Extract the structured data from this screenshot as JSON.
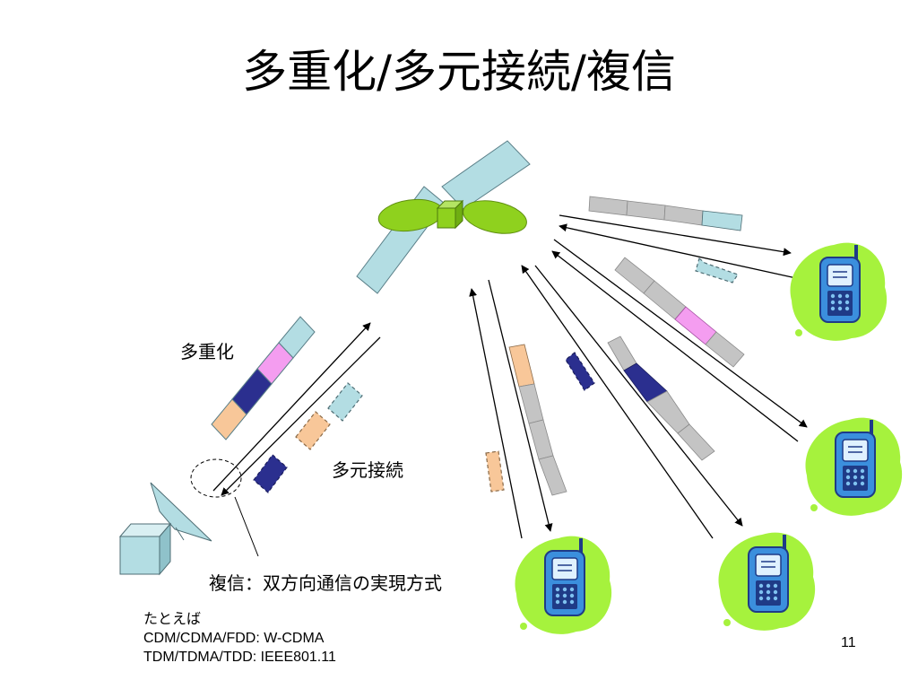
{
  "slide": {
    "title": "多重化/多元接続/複信",
    "labels": {
      "multiplexing": "多重化",
      "multiple_access": "多元接続",
      "duplex": "複信：双方向通信の実現方式"
    },
    "examples": {
      "heading": "たとえば",
      "line1": "CDM/CDMA/FDD: W-CDMA",
      "line2": "TDM/TDMA/TDD: IEEE801.11"
    },
    "page_number": "11"
  },
  "colors": {
    "light_blue": "#b3dde3",
    "pink": "#f49df0",
    "navy": "#2b2f8f",
    "orange": "#f8c799",
    "gray": "#c4c4c4",
    "lime": "#8fd11e",
    "phone_green": "#a6f23d",
    "phone_blue": "#3b8fdd"
  }
}
